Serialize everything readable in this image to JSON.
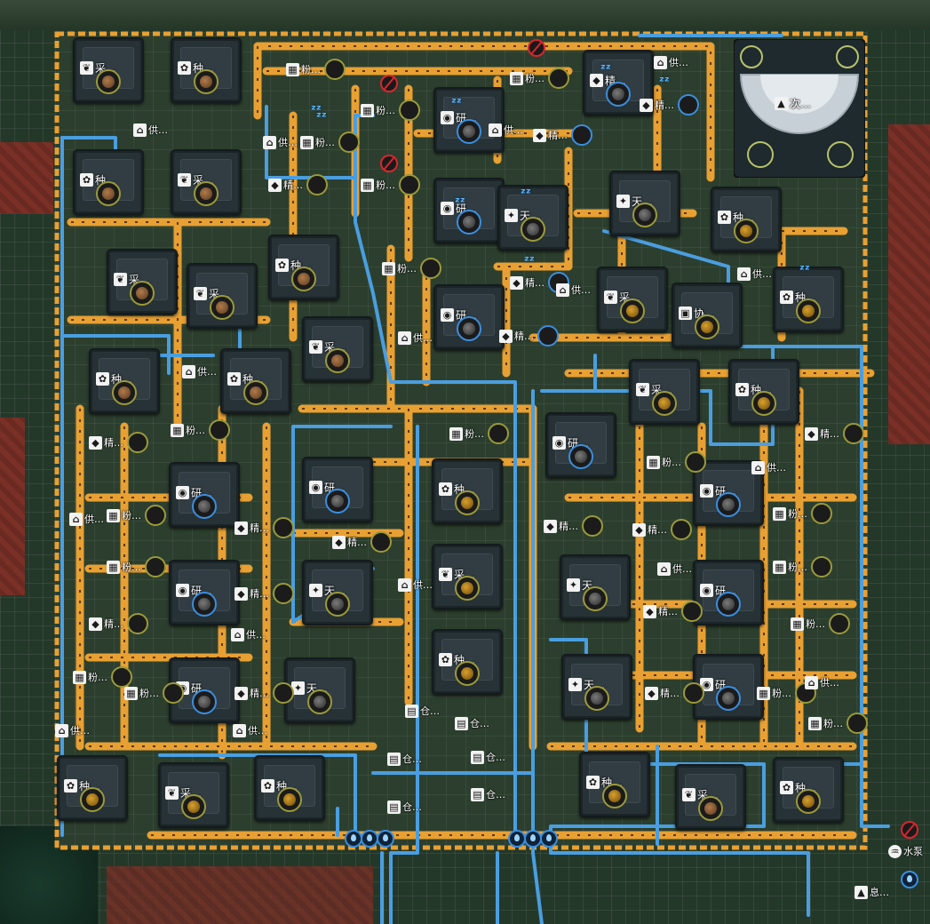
{
  "labels": {
    "cai": "采…",
    "zhong": "种…",
    "fen": "粉…",
    "yan": "研…",
    "jing": "精…",
    "tian": "天…",
    "gong": "供…",
    "cang": "仓…",
    "xie": "协…",
    "ci": "次…",
    "pump": "水泵",
    "small": "息…"
  },
  "icons": {
    "cai": "leaf-harvester-icon",
    "zhong": "planter-icon",
    "fen": "crusher-icon",
    "yan": "grinder-icon",
    "jing": "refiner-icon",
    "tian": "astral-icon",
    "gong": "supply-icon",
    "cang": "storage-icon",
    "xie": "protocol-icon",
    "ci": "core-icon",
    "pump": "water-pump-icon",
    "warning": "no-power-warning-icon",
    "sleep": "idle-zz-icon",
    "water": "water-drop-icon"
  },
  "colors": {
    "belt": "#e8a033",
    "pipe": "#4a9ee0",
    "warning": "#d8262e",
    "floor": "#2c3f2e"
  }
}
